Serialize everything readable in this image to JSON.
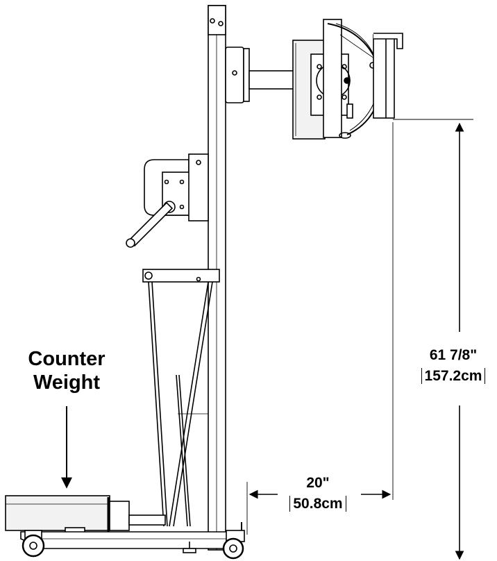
{
  "callout": {
    "line1": "Counter",
    "line2": "Weight"
  },
  "dimensions": {
    "height": {
      "imperial": "61 7/8\"",
      "metric": "157.2cm"
    },
    "reach": {
      "imperial": "20\"",
      "metric": "50.8cm"
    }
  },
  "colors": {
    "line": "#000000",
    "panel": "#f2f2f2",
    "background": "#ffffff"
  }
}
